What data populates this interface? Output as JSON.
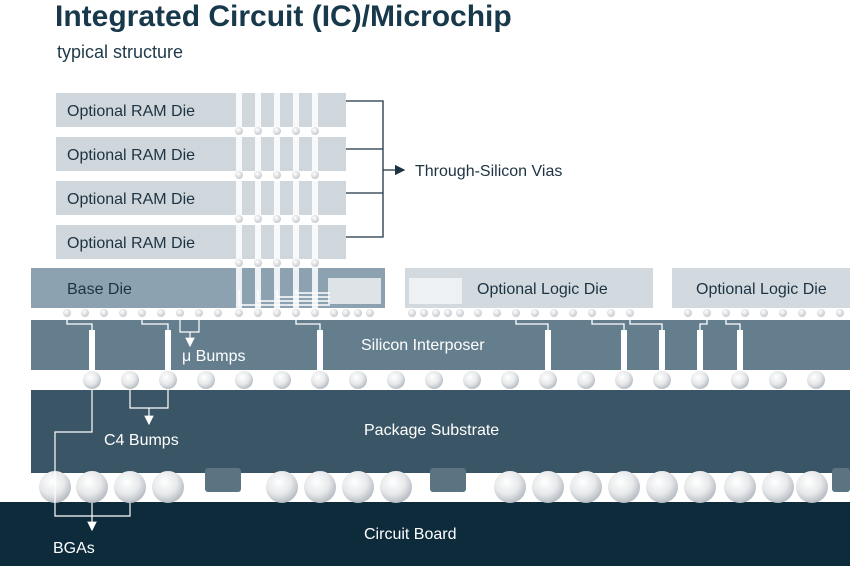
{
  "title": "Integrated Circuit (IC)/Microchip",
  "subtitle": "typical structure",
  "ram_dies": [
    "Optional RAM Die",
    "Optional RAM Die",
    "Optional RAM Die",
    "Optional RAM Die"
  ],
  "labels": {
    "tsv": "Through-Silicon Vias",
    "base_die": "Base Die",
    "logic_die_1": "Optional Logic Die",
    "logic_die_2": "Optional Logic Die",
    "interposer": "Silicon Interposer",
    "micro_bumps": "μ Bumps",
    "substrate": "Package Substrate",
    "c4_bumps": "C4 Bumps",
    "board": "Circuit Board",
    "bgas": "BGAs"
  },
  "colors": {
    "die": "#cfd6dc",
    "interposer": "#647e8e",
    "substrate": "#3a5565",
    "board": "#0d2b3b",
    "title": "#18394b"
  }
}
